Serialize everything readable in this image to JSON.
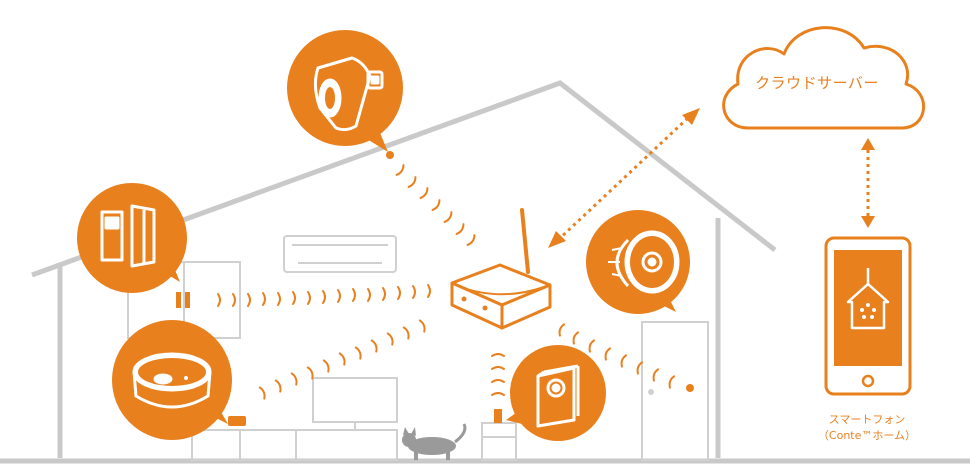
{
  "labels": {
    "cloud": "クラウドサーバー",
    "phone_name": "スマートフォン",
    "phone_app": "（Conte™ホーム）"
  },
  "colors": {
    "accent": "#e8801e",
    "line_gray": "#c9c9c9",
    "background": "#ffffff"
  },
  "icons": {
    "smart_plug": "smart-plug-icon",
    "window_sensor": "door-window-sensor-icon",
    "smart_speaker": "smart-speaker-icon",
    "camera": "camera-icon",
    "motion_sensor": "motion-sensor-icon",
    "hub": "hub-icon",
    "cloud": "cloud-icon",
    "smartphone": "smartphone-icon"
  }
}
